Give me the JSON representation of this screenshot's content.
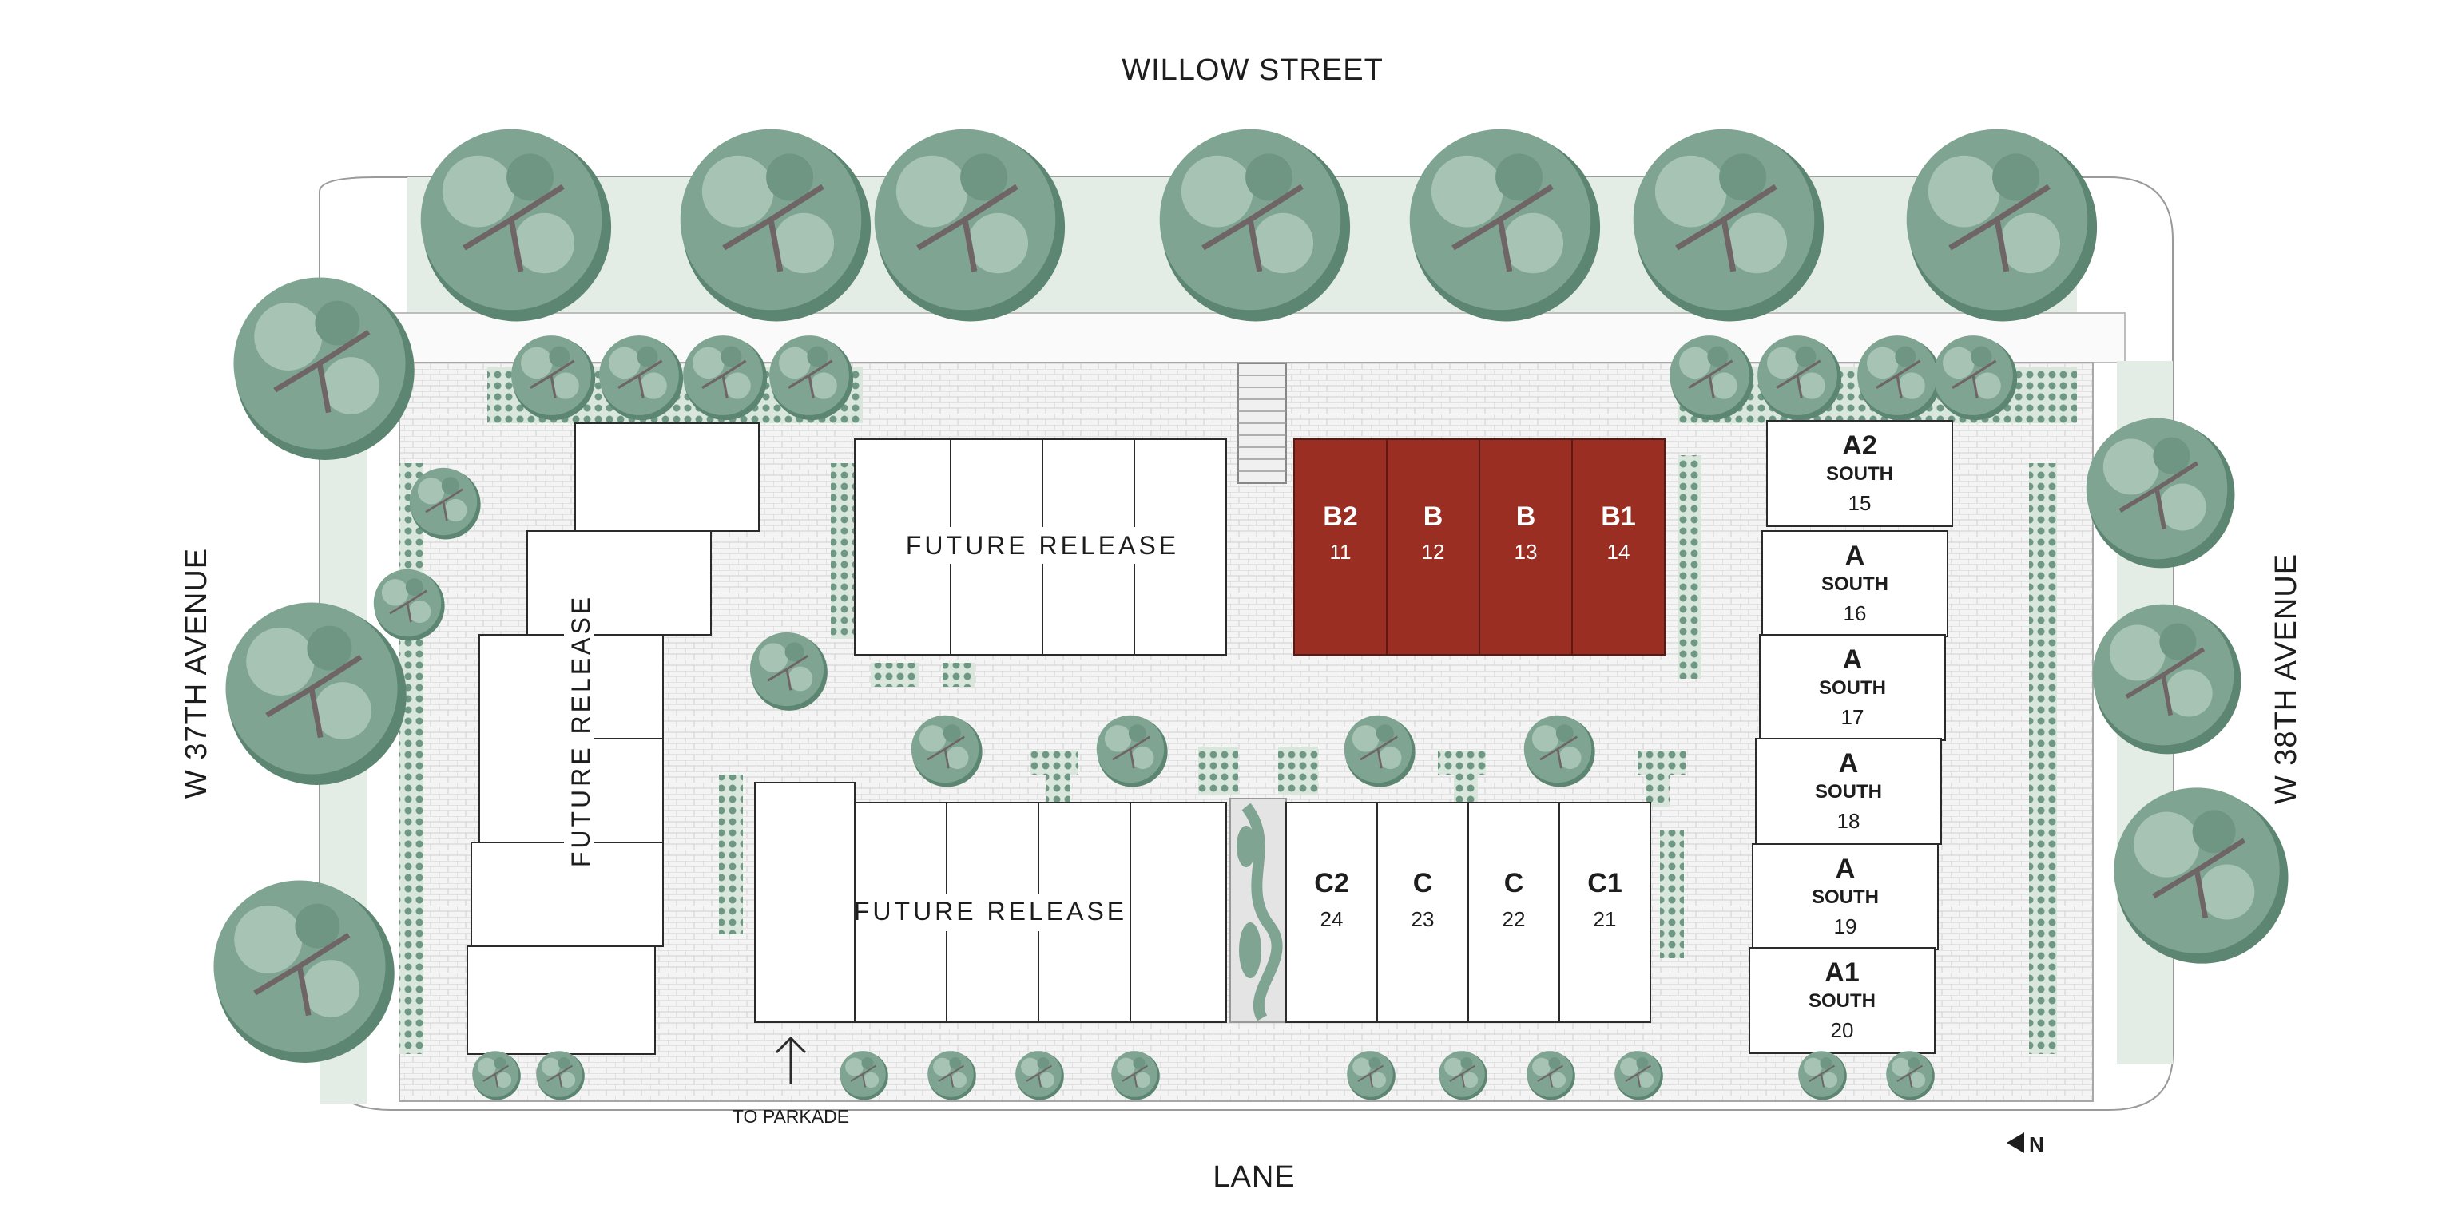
{
  "streets": {
    "north": "WILLOW STREET",
    "south": "LANE",
    "west": "W 37TH AVENUE",
    "east": "W 38TH AVENUE"
  },
  "labels": {
    "future_release": "FUTURE RELEASE",
    "to_parkade": "TO PARKADE",
    "north_arrow": "N"
  },
  "colors": {
    "highlight_unit": "#9a2e22",
    "tree": "#7fa592",
    "tree_dark": "#5c8672",
    "green_strip": "#e3ece5",
    "paving": "#f3f3f3",
    "outline": "#2b2b2b"
  },
  "units_b_row": [
    {
      "code": "B2",
      "num": "11"
    },
    {
      "code": "B",
      "num": "12"
    },
    {
      "code": "B",
      "num": "13"
    },
    {
      "code": "B1",
      "num": "14"
    }
  ],
  "units_c_row": [
    {
      "code": "C2",
      "num": "24"
    },
    {
      "code": "C",
      "num": "23"
    },
    {
      "code": "C",
      "num": "22"
    },
    {
      "code": "C1",
      "num": "21"
    }
  ],
  "units_a_col": [
    {
      "code": "A2",
      "sub": "SOUTH",
      "num": "15"
    },
    {
      "code": "A",
      "sub": "SOUTH",
      "num": "16"
    },
    {
      "code": "A",
      "sub": "SOUTH",
      "num": "17"
    },
    {
      "code": "A",
      "sub": "SOUTH",
      "num": "18"
    },
    {
      "code": "A",
      "sub": "SOUTH",
      "num": "19"
    },
    {
      "code": "A1",
      "sub": "SOUTH",
      "num": "20"
    }
  ]
}
